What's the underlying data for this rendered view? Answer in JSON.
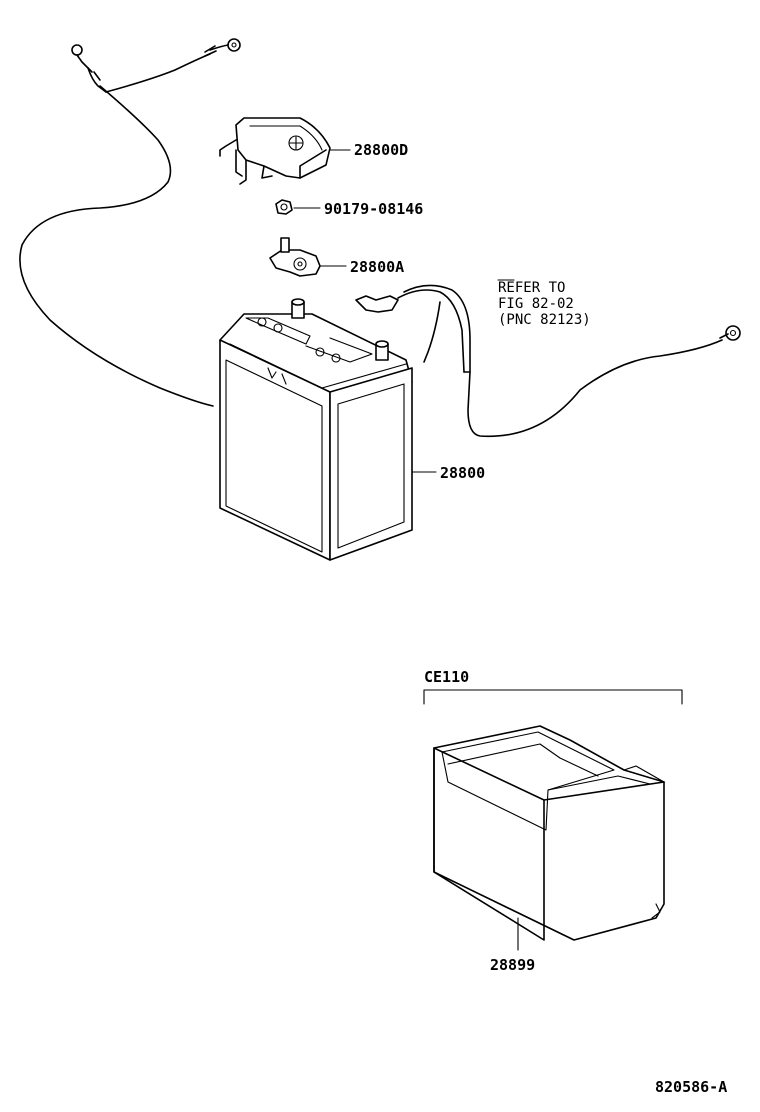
{
  "parts": {
    "cover": "28800D",
    "nut": "90179-08146",
    "clamp": "28800A",
    "battery": "28800",
    "tray": "28899"
  },
  "reference": {
    "line1": "REFER TO",
    "line2": "FIG 82-02",
    "line3": "(PNC 82123)"
  },
  "group_label": "CE110",
  "figure_code": "820586-A"
}
